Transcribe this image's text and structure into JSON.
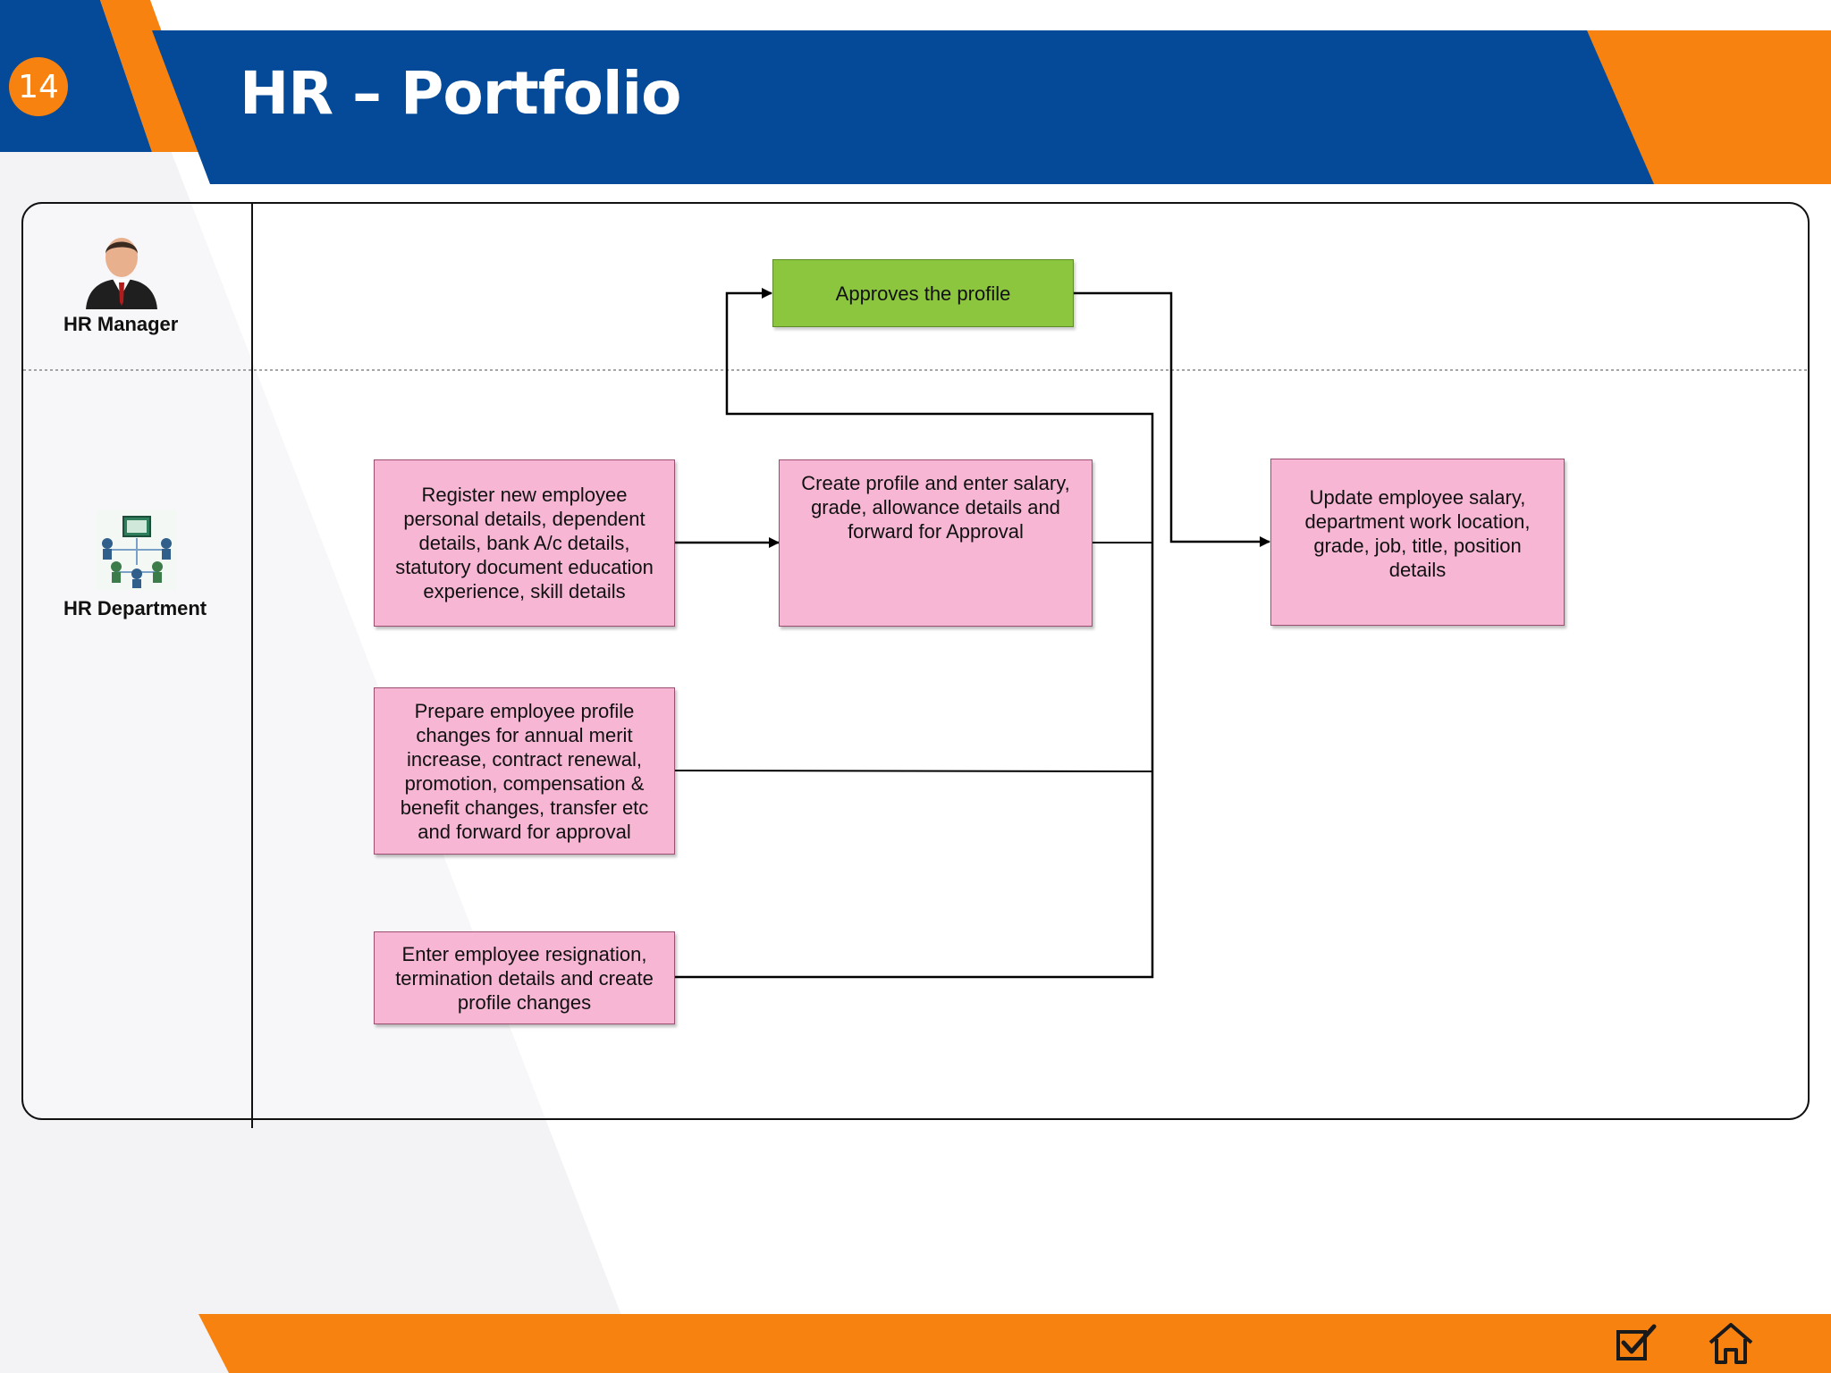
{
  "header": {
    "slide_number": "14",
    "title": "HR – Portfolio"
  },
  "colors": {
    "brand_blue": "#044A98",
    "brand_orange": "#F7820F",
    "process_box": "#F6B6D4",
    "approval_box": "#8CC63F"
  },
  "lanes": [
    {
      "label": "HR Manager",
      "icon": "manager-avatar-icon"
    },
    {
      "label": "HR Department",
      "icon": "department-network-icon"
    }
  ],
  "diagram": {
    "approve": "Approves the profile",
    "register": "Register new employee personal details, dependent details, bank A/c details, statutory document education experience, skill details",
    "create_profile": "Create profile and enter salary, grade, allowance details and forward for Approval",
    "update": "Update employee salary, department work location, grade, job, title, position details",
    "prepare_changes": "Prepare employee profile changes for annual merit increase, contract renewal, promotion, compensation & benefit changes, transfer etc and forward for approval",
    "resignation": "Enter employee resignation, termination details and create profile changes"
  },
  "footer": {
    "icons": [
      "checkbox-icon",
      "home-icon"
    ]
  }
}
